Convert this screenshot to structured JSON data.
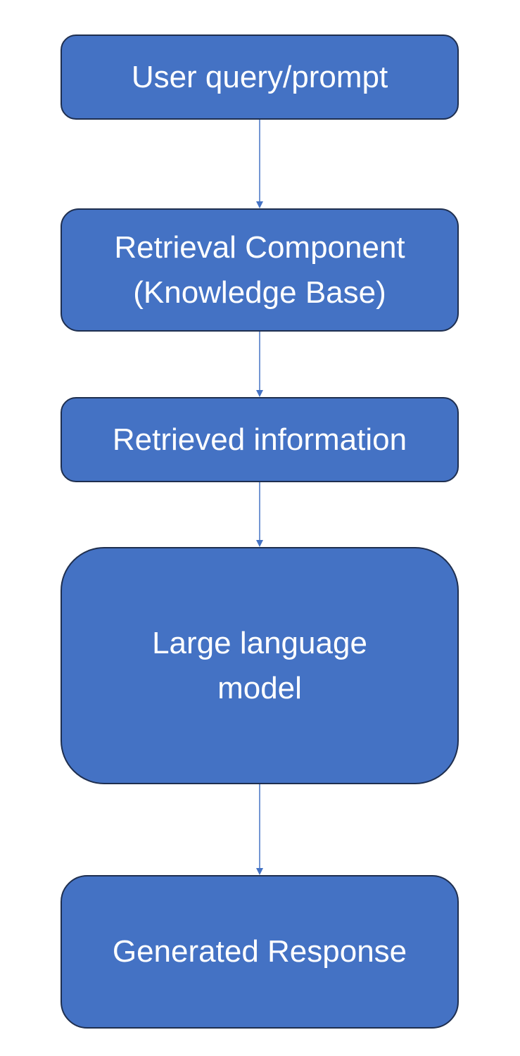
{
  "diagram": {
    "nodes": [
      {
        "id": "n1",
        "label": "User query/prompt"
      },
      {
        "id": "n2",
        "label": "Retrieval Component\n(Knowledge Base)"
      },
      {
        "id": "n3",
        "label": "Retrieved information"
      },
      {
        "id": "n4",
        "label": "Large language\nmodel"
      },
      {
        "id": "n5",
        "label": "Generated Response"
      }
    ],
    "edges": [
      {
        "from": "n1",
        "to": "n2"
      },
      {
        "from": "n2",
        "to": "n3"
      },
      {
        "from": "n3",
        "to": "n4"
      },
      {
        "from": "n4",
        "to": "n5"
      }
    ],
    "colors": {
      "node_fill": "#4472C4",
      "node_border": "#1F2F4F",
      "node_text": "#FFFFFF",
      "arrow": "#4472C4"
    }
  }
}
